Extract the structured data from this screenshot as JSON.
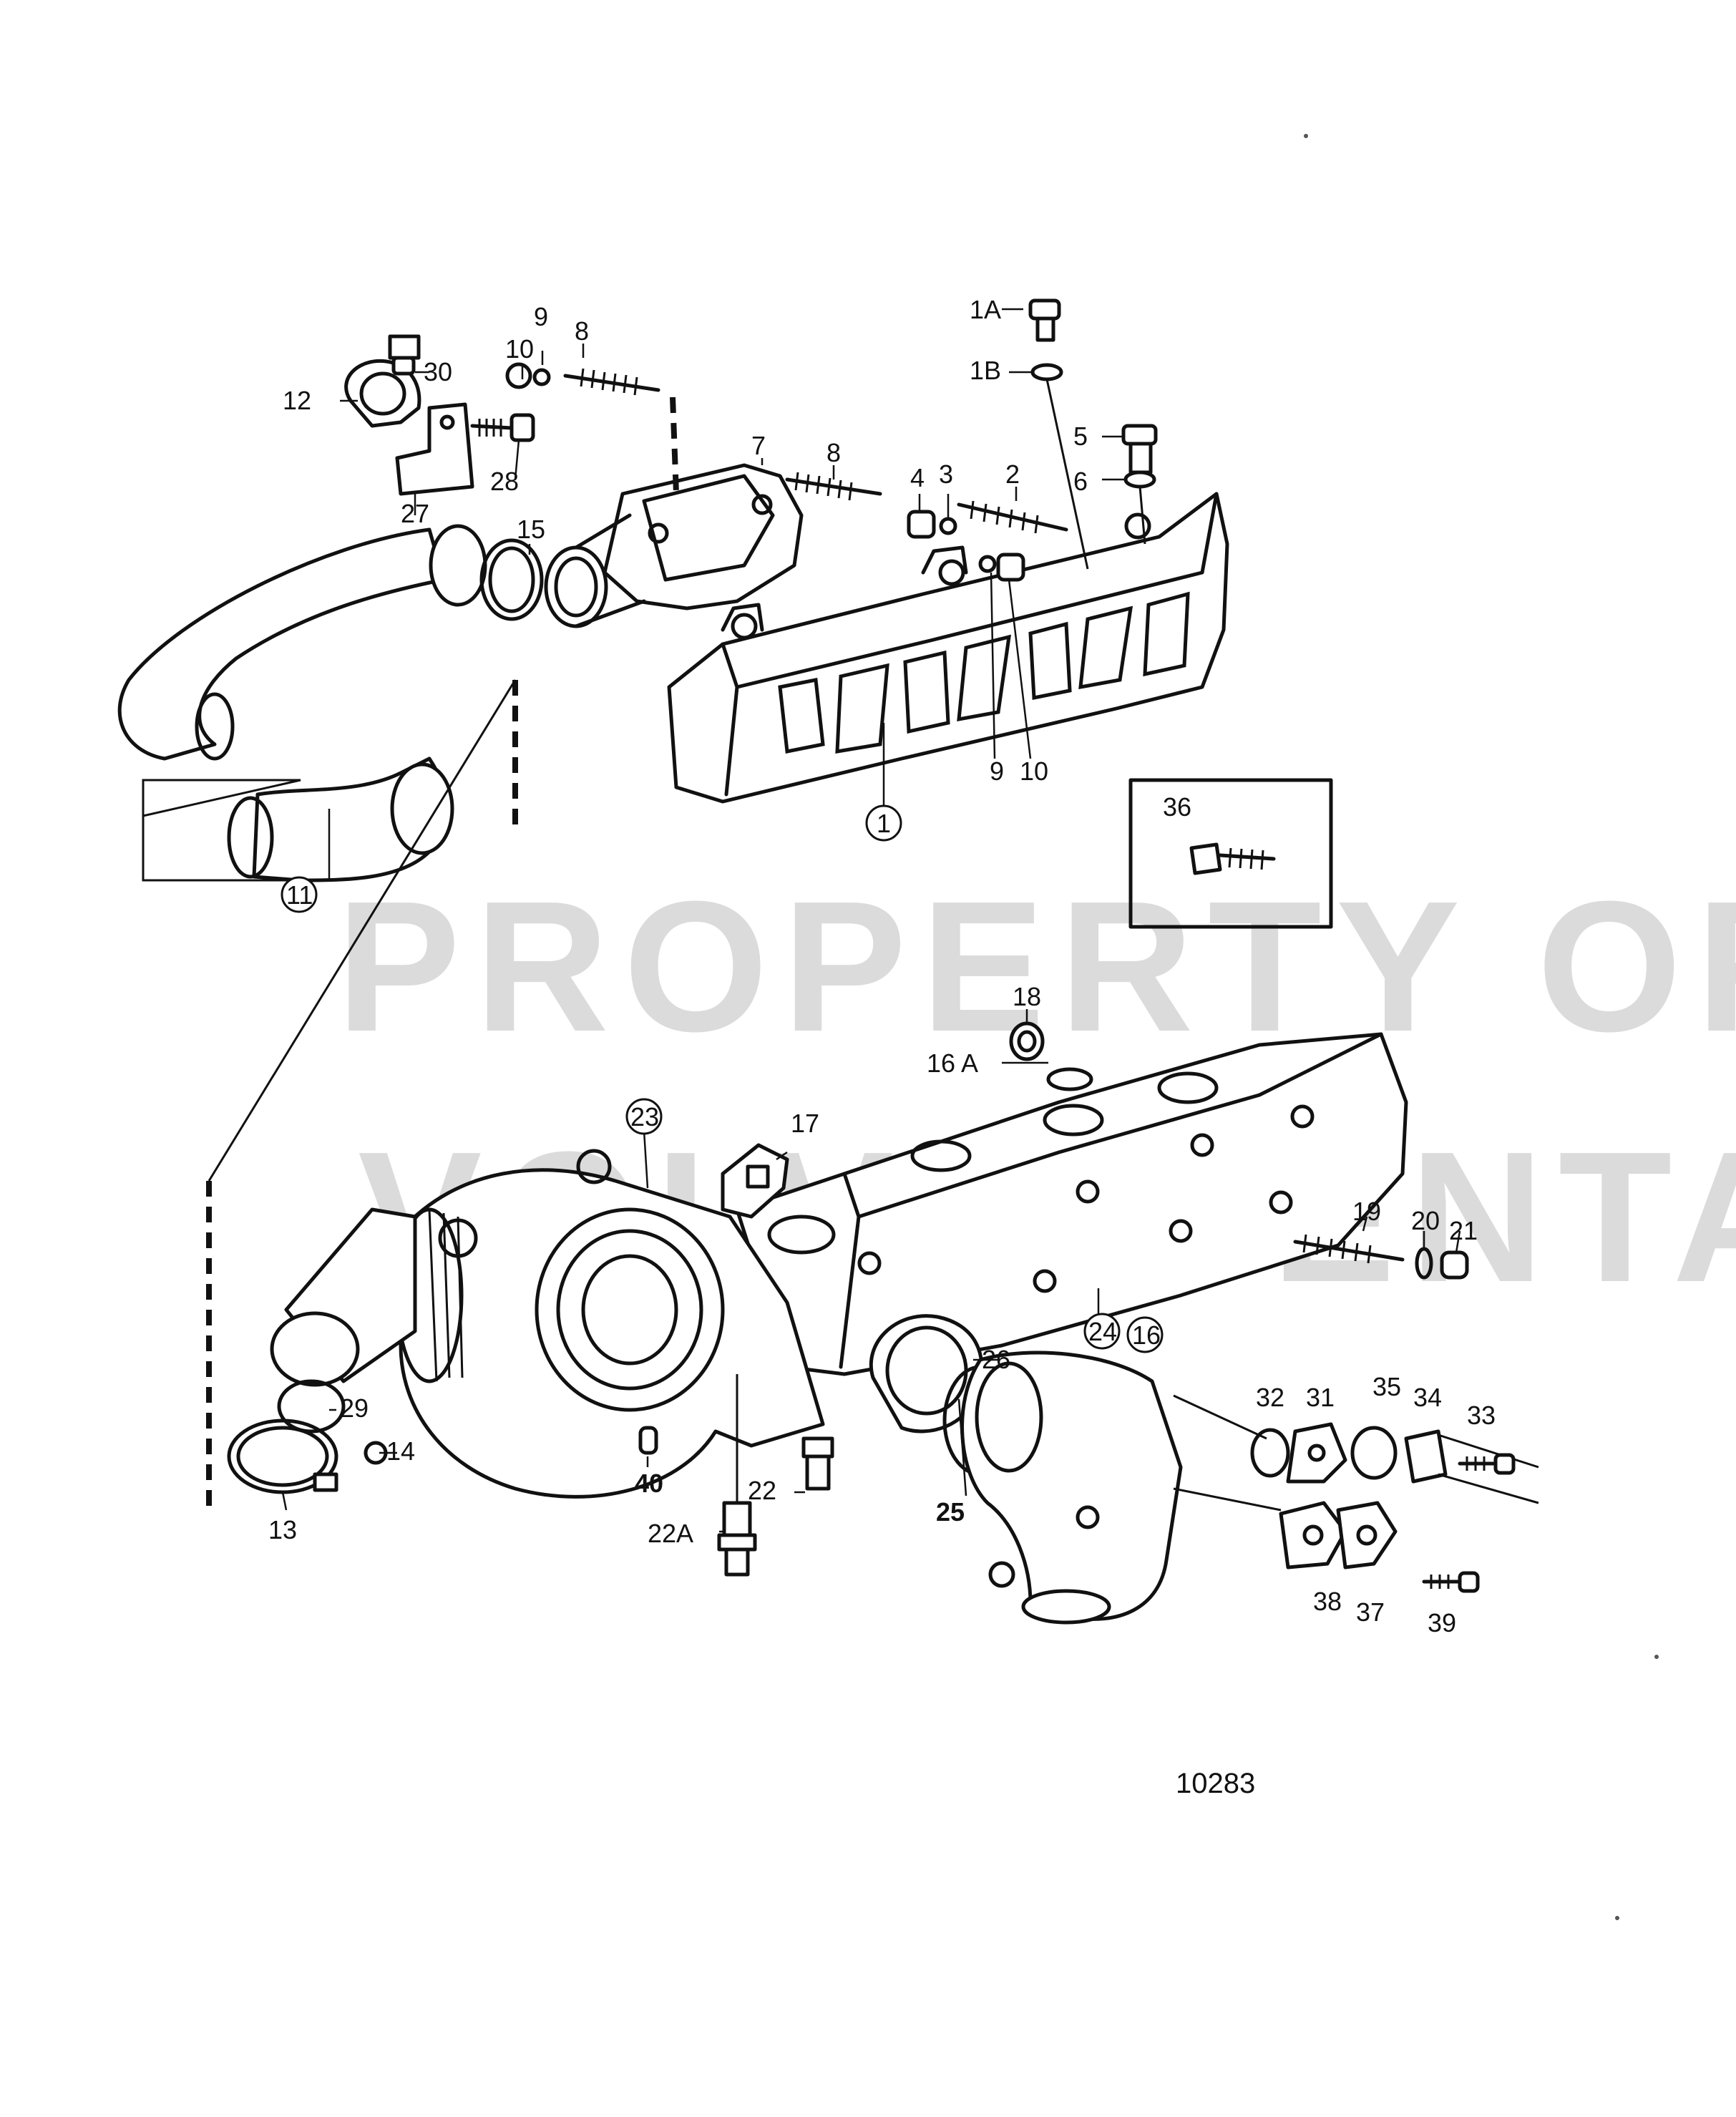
{
  "watermark": {
    "line1": "PROPERTY OF",
    "line2": "VOLVO PENTA"
  },
  "figure_number": "10283",
  "inset_label": "36",
  "callouts": {
    "c1A": "1A",
    "c1B": "1B",
    "c2": "2",
    "c3": "3",
    "c4": "4",
    "c5": "5",
    "c6": "6",
    "c7": "7",
    "c8a": "8",
    "c8b": "8",
    "c9a": "9",
    "c9b": "9",
    "c10a": "10",
    "c10b": "10",
    "c12": "12",
    "c13": "13",
    "c14": "14",
    "c15": "15",
    "c16A": "16 A",
    "c17": "17",
    "c18": "18",
    "c19": "19",
    "c20": "20",
    "c21": "21",
    "c22": "22",
    "c22A": "22A",
    "c25": "25",
    "c26": "26",
    "c27": "27",
    "c28": "28",
    "c29": "29",
    "c30": "30",
    "c31": "31",
    "c32": "32",
    "c33": "33",
    "c34": "34",
    "c35": "35",
    "c37": "37",
    "c38": "38",
    "c39": "39",
    "c40": "40"
  },
  "circled_callouts": {
    "k1": "1",
    "k11": "11",
    "k16": "16",
    "k23": "23",
    "k24": "24"
  }
}
